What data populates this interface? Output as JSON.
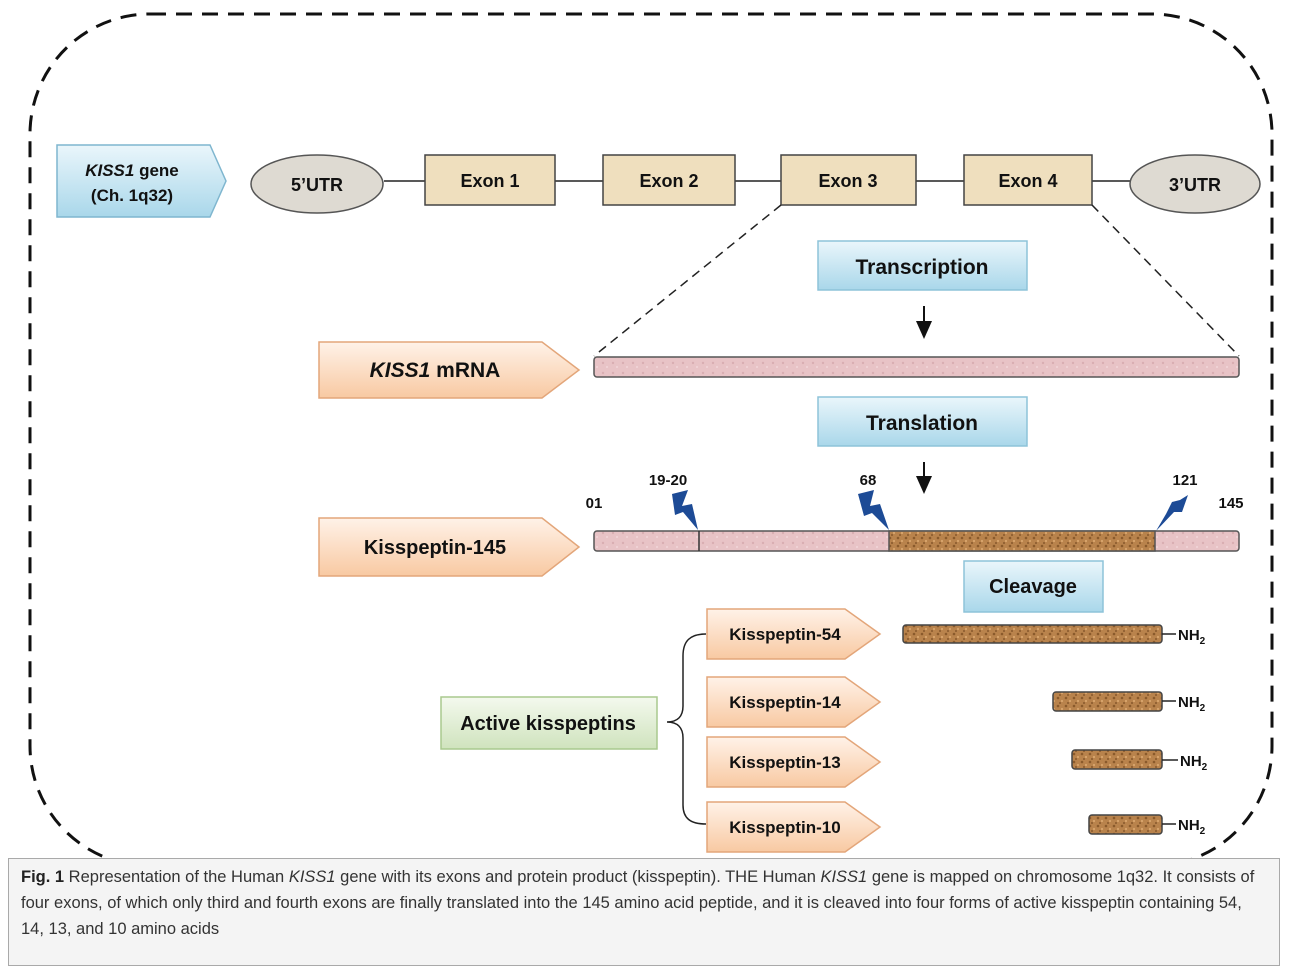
{
  "gene": {
    "gene_name": "KISS1",
    "gene_suffix": " gene",
    "chromosome": "(Ch. 1q32)",
    "utr5": "5’UTR",
    "utr3": "3’UTR",
    "exons": [
      "Exon 1",
      "Exon 2",
      "Exon 3",
      "Exon 4"
    ]
  },
  "steps": {
    "transcription": "Transcription",
    "translation": "Translation",
    "cleavage": "Cleavage"
  },
  "mrna": {
    "gene_name": "KISS1",
    "suffix": " mRNA"
  },
  "peptide": {
    "label": "Kisspeptin-145",
    "positions": {
      "start": "01",
      "site1": "19-20",
      "site2": "68",
      "site3": "121",
      "end": "145"
    }
  },
  "active": {
    "label": "Active kisspeptins",
    "forms": [
      {
        "label": "Kisspeptin-54",
        "terminus": "NH",
        "sub": "2"
      },
      {
        "label": "Kisspeptin-14",
        "terminus": "NH",
        "sub": "2"
      },
      {
        "label": "Kisspeptin-13",
        "terminus": "NH",
        "sub": "2"
      },
      {
        "label": "Kisspeptin-10",
        "terminus": "NH",
        "sub": "2"
      }
    ]
  },
  "caption": {
    "fig_label": "Fig. 1",
    "t1": " Representation of the Human ",
    "g1": "KISS1",
    "t2": " gene with its exons and protein product (kisspeptin). THE Human ",
    "g2": "KISS1",
    "t3": " gene is mapped on chromosome 1q32. It consists of four exons, of which only third and fourth exons are finally translated into the 145 amino acid peptide, and it is cleaved into four forms of active kisspeptin containing 54, 14, 13, and 10 amino acids"
  },
  "colors": {
    "gene_arrow": "#cfe9f3",
    "label_arrow": "#fde3cf",
    "step_box": "#d8eef6",
    "active_box": "#e6f1da",
    "exon": "#efdfbe",
    "utr": "#dedad2",
    "mrna": "#e8c3c6",
    "peptide_core": "#b9834c",
    "cleavage_bolt": "#1d4b96"
  }
}
